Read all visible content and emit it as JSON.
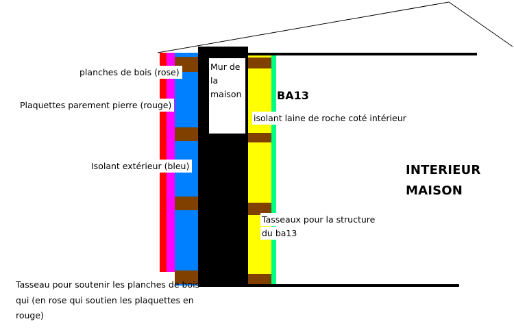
{
  "labels": {
    "planches_bois": "planches de bois (rose)",
    "plaquettes": "Plaquettes parement pierre (rouge)",
    "isolant_ext": "Isolant extérieur (bleu)",
    "mur_line1": "Mur de",
    "mur_line2": "la",
    "mur_line3": "maison",
    "ba13": "BA13",
    "isolant_int": "isolant laine de roche coté intérieur",
    "interieur_line1": "INTERIEUR",
    "interieur_line2": "MAISON",
    "tasseaux_line1": "Tasseaux pour la structure",
    "tasseaux_line2": "du ba13",
    "tasseau_line1": "Tasseau pour soutenir les planches de bois",
    "tasseau_line2": "qui (en rose qui soutien les plaquettes en",
    "tasseau_line3": "rouge)"
  },
  "colors": {
    "plaquettes_rouge": "#ff0000",
    "planches_rose": "#ff00ff",
    "isolant_bleu": "#0080ff",
    "mur_noir": "#000000",
    "laine_jaune": "#ffff00",
    "ba13_vert": "#00ff80",
    "tasseau_marron": "#804000"
  }
}
